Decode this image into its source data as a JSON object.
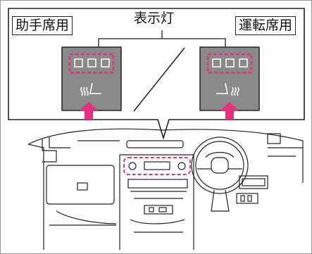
{
  "labels": {
    "passenger_seat": "助手席用",
    "driver_seat": "運転席用",
    "indicator_light": "表示灯"
  },
  "colors": {
    "highlight": "#e3317d",
    "panel_gray": "#8a8a8a",
    "line": "#222222"
  },
  "icons": [
    "seat-heater-icon",
    "up-arrow-icon",
    "indicator-light-icon"
  ]
}
